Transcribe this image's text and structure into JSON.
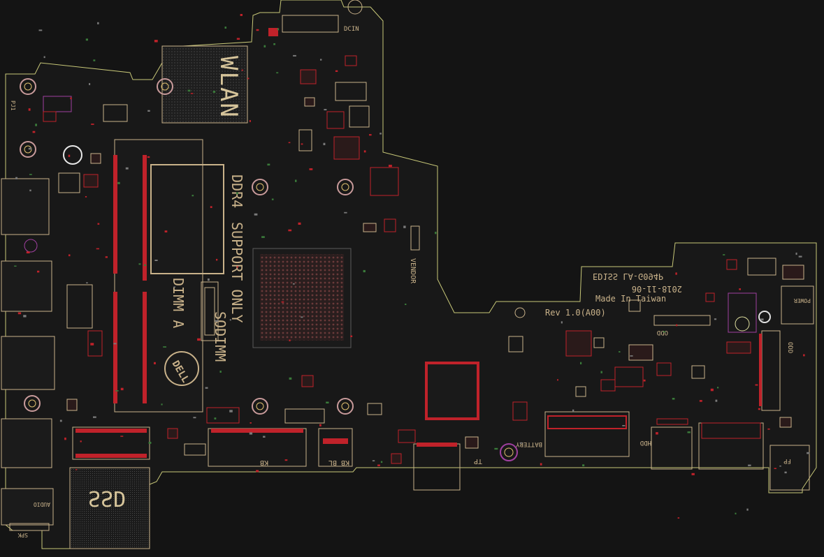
{
  "board": {
    "outline_color": "#c8c878",
    "copper_color": "#c0222a",
    "silk_color": "#c9b28a",
    "mask_color": "#232323",
    "background": "#141414"
  },
  "labels": {
    "wlan": "WLAN",
    "ddr": "DDR4",
    "sodimm_line1": "SUPPORT ONLY",
    "sodimm_line2": "SODIMM",
    "dimm": "DIMM A",
    "vendor": "VENDOR",
    "dell_logo": "DELL",
    "pj": "PJ1",
    "dcin": "DCIN",
    "kb": "KB",
    "kb_bl": "KB BL",
    "tp": "TP",
    "battery": "BATTERY",
    "hdd": "HDD",
    "fp": "FP",
    "odd": "ODD",
    "odd2": "ODD",
    "power": "POWER",
    "ssd": "SSD",
    "spk": "SPK",
    "audio": "AUDIO",
    "model_line1": "ED1SS LA-G094P",
    "model_line2": "2018-11-06",
    "model_line3": "Made In Taiwan",
    "rev": "Rev 1.0(A00)"
  }
}
